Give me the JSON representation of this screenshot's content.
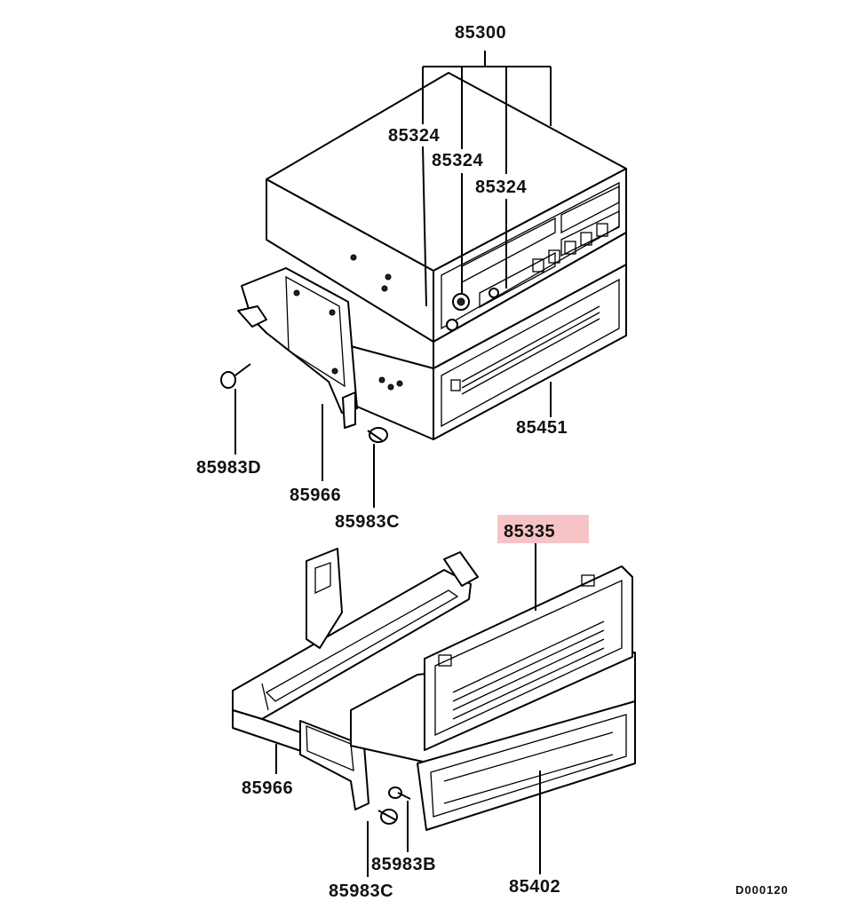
{
  "labels": {
    "radio_assembly": "85300",
    "knob_a": "85324",
    "knob_b": "85324",
    "knob_c": "85324",
    "cd_unit": "85451",
    "screw_d": "85983D",
    "bracket_upper": "85966",
    "screw_c_upper": "85983C",
    "panel": "85335",
    "bracket_lower": "85966",
    "screw_b": "85983B",
    "screw_c_lower": "85983C",
    "pocket": "85402"
  },
  "drawing_code": "D000120",
  "highlight_color": "#f6c4c6"
}
